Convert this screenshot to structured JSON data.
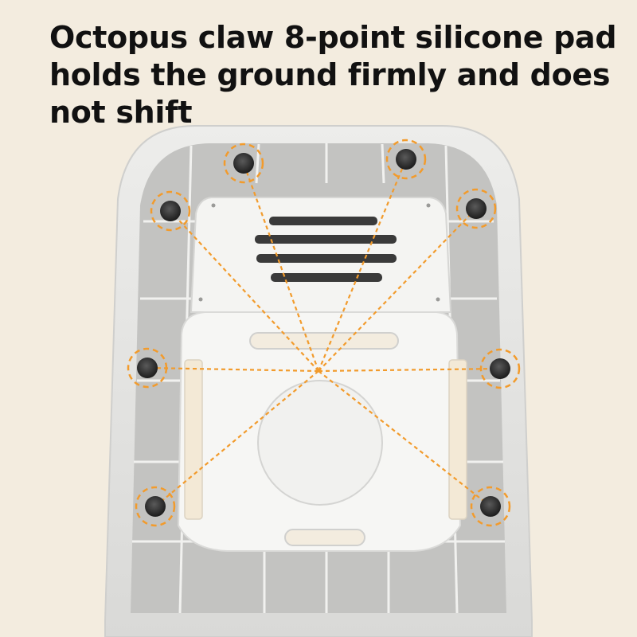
{
  "headline": "Octopus claw 8-point silicone pad holds the ground firmly and does not shift",
  "colors": {
    "background": "#f3ecdf",
    "shell_outer": "#e6e6e4",
    "shell_inner": "#bdbdbb",
    "panel": "#f4f4f2",
    "accent_orange": "#f29b2c",
    "pad": "#2a2a2a"
  },
  "feature": {
    "pad_count": 8,
    "pad_material": "silicone",
    "pad_icon": "suction-pad-icon"
  }
}
